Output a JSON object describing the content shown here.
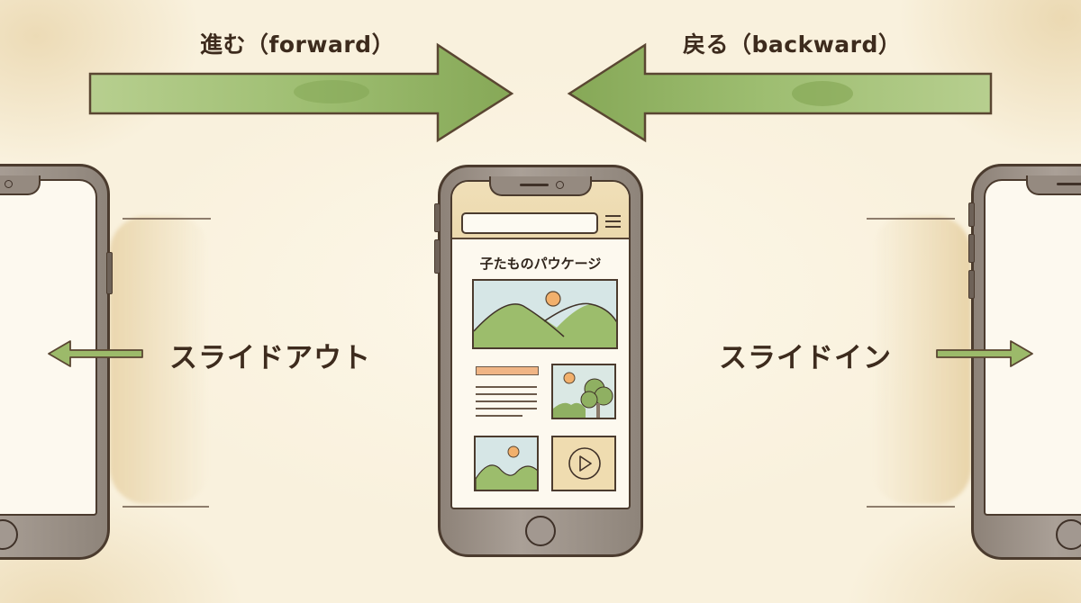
{
  "diagram": {
    "top_arrows": {
      "forward": {
        "label": "進む（forward）",
        "direction": "right",
        "color": "#8fb062"
      },
      "backward": {
        "label": "戻る（backward）",
        "direction": "left",
        "color": "#8fb062"
      }
    },
    "left_phone": {
      "role": "outgoing-screen",
      "label": "スライドアウト",
      "arrow_direction": "left"
    },
    "right_phone": {
      "role": "incoming-screen",
      "label": "スライドイン",
      "arrow_direction": "right"
    },
    "center_phone": {
      "screen": {
        "header": {
          "search_bar": "",
          "menu_icon": "hamburger-menu-icon"
        },
        "title": "子たものパウケージ",
        "hero_image": {
          "icon": "landscape-image-icon",
          "sun_color": "#f0b070",
          "hill_color": "#8fb062"
        },
        "text_block": {
          "heading_bar_color": "#f0b585",
          "line_count": 6
        },
        "tiles": [
          {
            "type": "tree-image",
            "icon": "tree-image-icon"
          },
          {
            "type": "landscape-image",
            "icon": "landscape-image-icon"
          },
          {
            "type": "video",
            "icon": "play-button-icon",
            "bg_color": "#efdcb0"
          }
        ]
      }
    },
    "colors": {
      "background": "#f9f1dd",
      "arrow_green": "#8fb062",
      "outline": "#4b3b2e",
      "text": "#3d2b1d"
    }
  }
}
